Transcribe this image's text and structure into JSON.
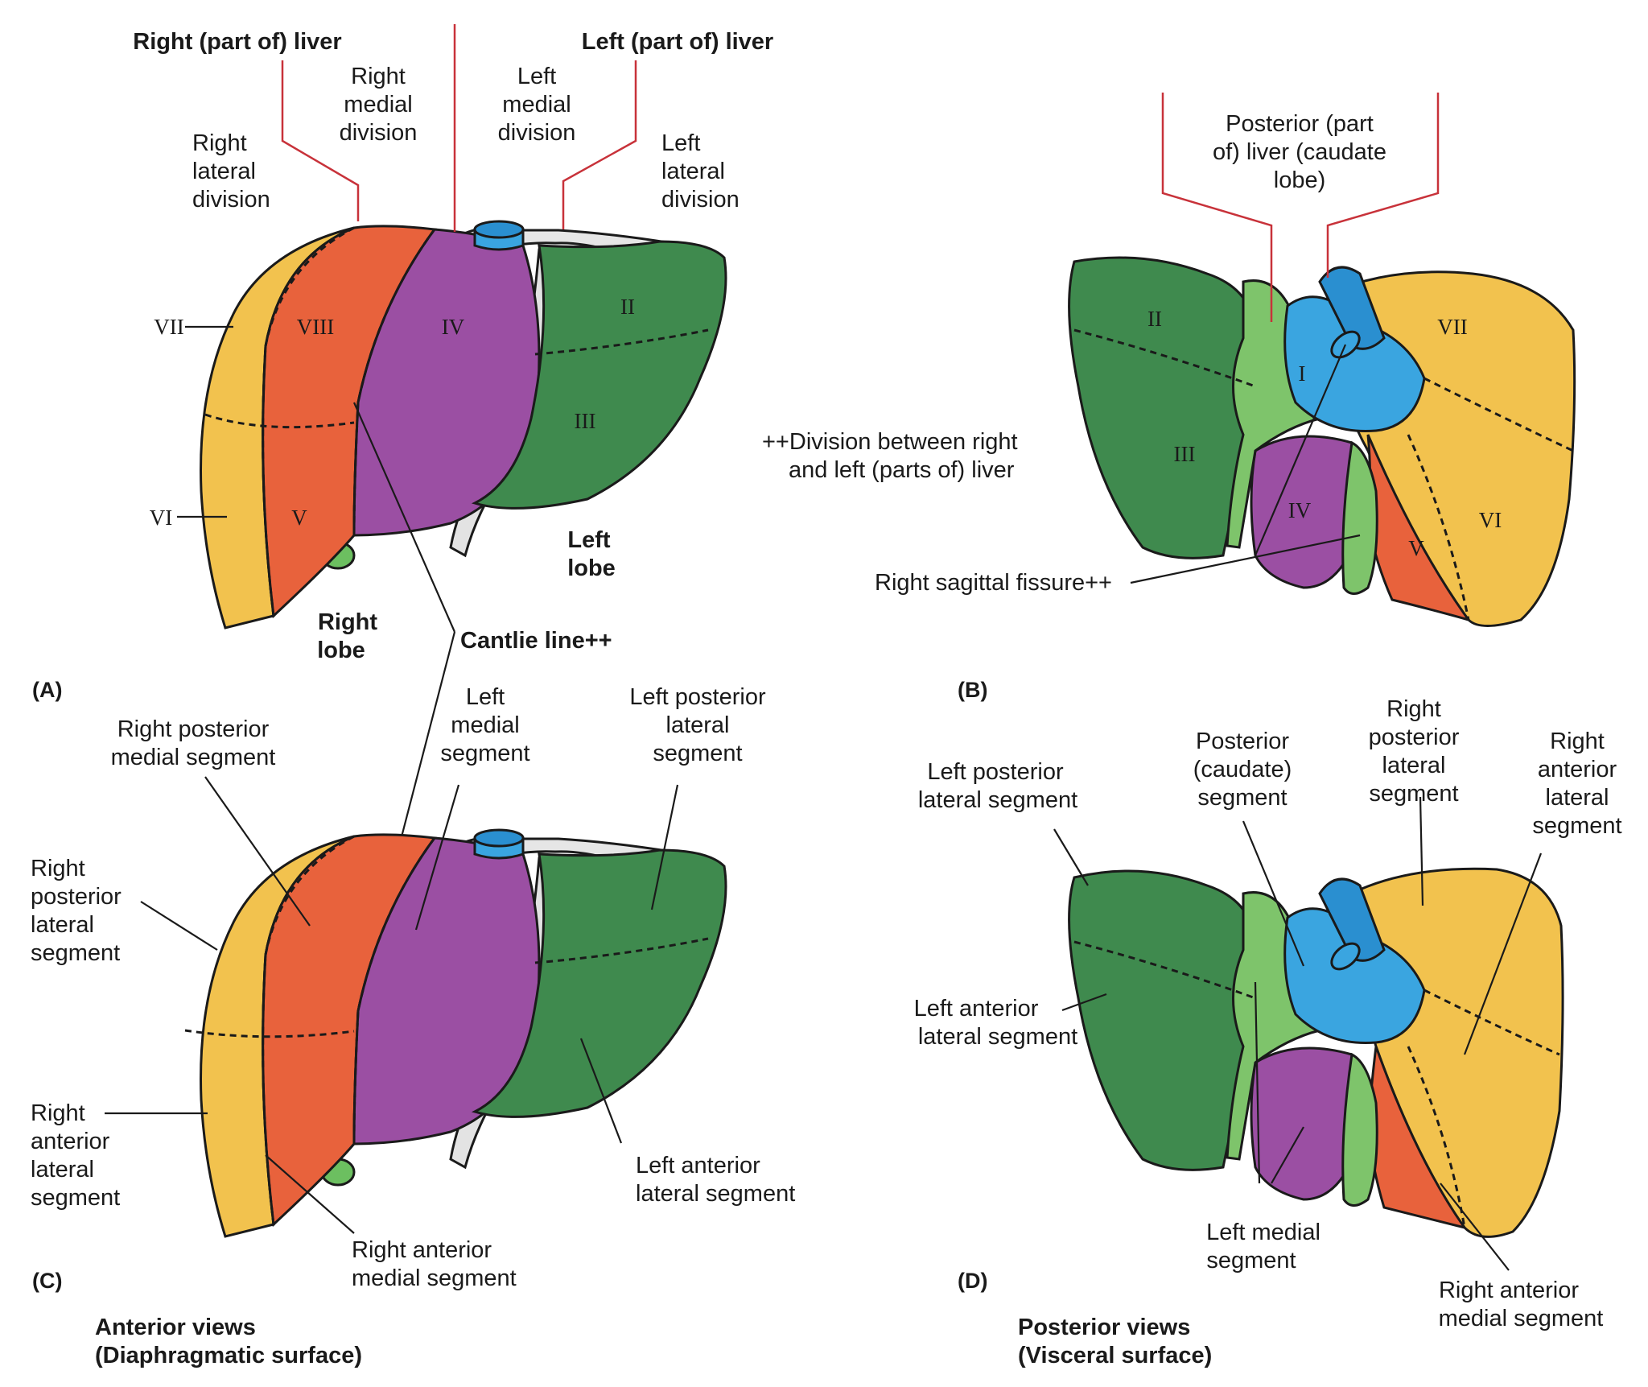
{
  "colors": {
    "yellow": "#f2c24e",
    "red": "#e8623c",
    "purple": "#9b4fa3",
    "green": "#3f8a4e",
    "light_green": "#7ec46b",
    "blue": "#3aa5e0",
    "leader_red": "#c8323a"
  },
  "panel_a": {
    "panel_label": "(A)",
    "right_part_title": "Right (part of) liver",
    "left_part_title": "Left (part of) liver",
    "right_medial_division": [
      "Right",
      "medial",
      "division"
    ],
    "left_medial_division": [
      "Left",
      "medial",
      "division"
    ],
    "right_lateral_division": [
      "Right",
      "lateral",
      "division"
    ],
    "left_lateral_division": [
      "Left",
      "lateral",
      "division"
    ],
    "segments": {
      "vii": "VII",
      "viii": "VIII",
      "iv": "IV",
      "ii": "II",
      "iii": "III",
      "vi": "VI",
      "v": "V"
    },
    "left_lobe": [
      "Left",
      "lobe"
    ],
    "right_lobe": [
      "Right",
      "lobe"
    ],
    "cantlie_line": "Cantlie line++"
  },
  "panel_b": {
    "panel_label": "(B)",
    "posterior_part": [
      "Posterior (part",
      "of) liver (caudate",
      "lobe)"
    ],
    "division_note": [
      "++Division between right",
      "and left (parts of) liver"
    ],
    "right_sagittal_fissure": "Right sagittal fissure++",
    "segments": {
      "ii": "II",
      "iii": "III",
      "i": "I",
      "iv": "IV",
      "vii": "VII",
      "vi": "VI",
      "v": "V"
    }
  },
  "panel_c": {
    "panel_label": "(C)",
    "right_posterior_medial_segment": [
      "Right posterior",
      "medial segment"
    ],
    "left_medial_segment": [
      "Left",
      "medial",
      "segment"
    ],
    "left_posterior_lateral_segment": [
      "Left posterior",
      "lateral",
      "segment"
    ],
    "right_posterior_lateral_segment": [
      "Right",
      "posterior",
      "lateral",
      "segment"
    ],
    "right_anterior_lateral_segment": [
      "Right",
      "anterior",
      "lateral",
      "segment"
    ],
    "left_anterior_lateral_segment": [
      "Left anterior",
      "lateral segment"
    ],
    "right_anterior_medial_segment": [
      "Right anterior",
      "medial segment"
    ],
    "caption": [
      "Anterior views",
      "(Diaphragmatic surface)"
    ]
  },
  "panel_d": {
    "panel_label": "(D)",
    "left_posterior_lateral_segment": [
      "Left posterior",
      "lateral segment"
    ],
    "posterior_caudate_segment": [
      "Posterior",
      "(caudate)",
      "segment"
    ],
    "right_posterior_lateral_segment": [
      "Right",
      "posterior",
      "lateral",
      "segment"
    ],
    "right_anterior_lateral_segment": [
      "Right",
      "anterior",
      "lateral",
      "segment"
    ],
    "left_anterior_lateral_segment": [
      "Left anterior",
      "lateral segment"
    ],
    "left_medial_segment": [
      "Left medial",
      "segment"
    ],
    "right_anterior_medial_segment": [
      "Right anterior",
      "medial segment"
    ],
    "caption": [
      "Posterior views",
      "(Visceral surface)"
    ]
  }
}
